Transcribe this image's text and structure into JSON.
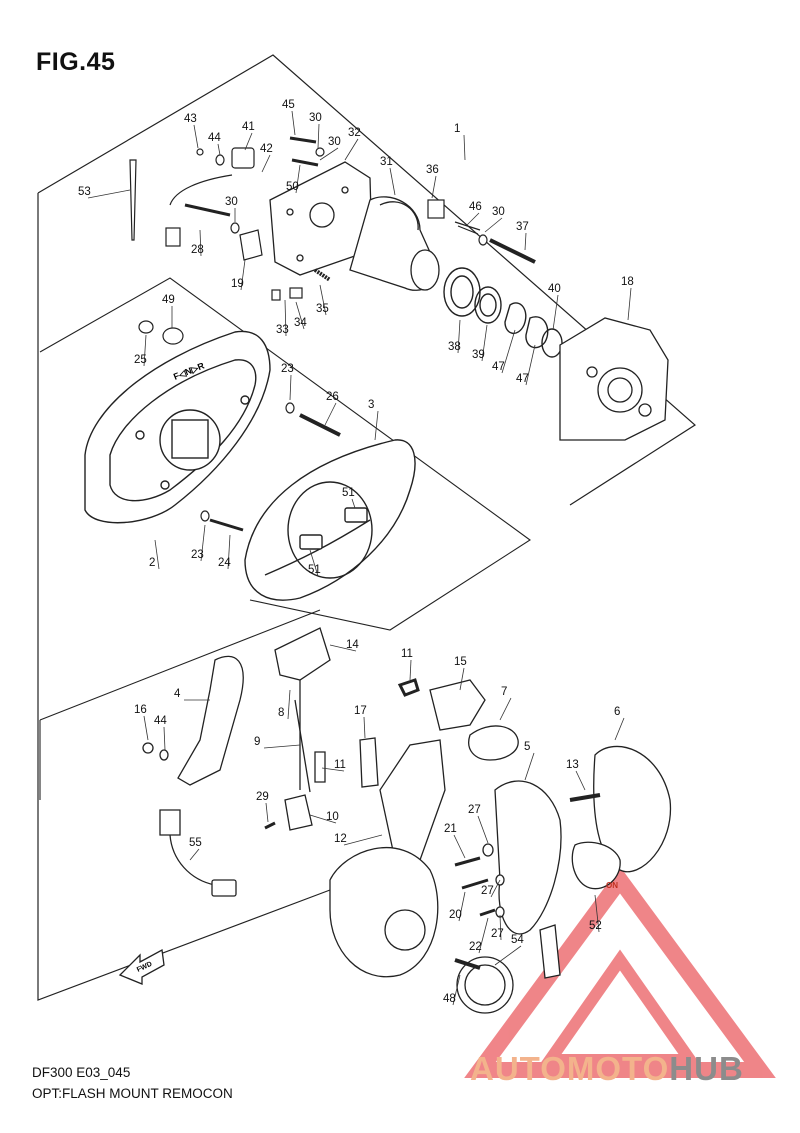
{
  "figure": {
    "title": "FIG.45",
    "model_code": "DF300 E03_045",
    "caption": "OPT:FLASH MOUNT REMOCON"
  },
  "callouts": [
    "1",
    "2",
    "3",
    "4",
    "5",
    "6",
    "7",
    "8",
    "9",
    "10",
    "11",
    "11",
    "12",
    "13",
    "14",
    "15",
    "16",
    "17",
    "18",
    "19",
    "20",
    "21",
    "22",
    "23",
    "23",
    "24",
    "25",
    "26",
    "27",
    "27",
    "27",
    "28",
    "29",
    "30",
    "30",
    "30",
    "30",
    "31",
    "32",
    "33",
    "34",
    "35",
    "36",
    "37",
    "38",
    "39",
    "40",
    "41",
    "42",
    "43",
    "44",
    "44",
    "45",
    "46",
    "47",
    "47",
    "48",
    "49",
    "50",
    "51",
    "51",
    "52",
    "53",
    "54",
    "55"
  ],
  "markings": {
    "panel_label": "F◁N▷R",
    "knob_marking": "ON",
    "fwd_arrow": "FWD"
  },
  "watermark": {
    "part1": "AUTOMOTO",
    "part2": "HUB",
    "colors": {
      "triangle": "#e8444a",
      "text_light": "#f3b38c",
      "text_dark": "#8c8c8c"
    }
  },
  "colors": {
    "line": "#222222",
    "fill": "#ffffff"
  }
}
